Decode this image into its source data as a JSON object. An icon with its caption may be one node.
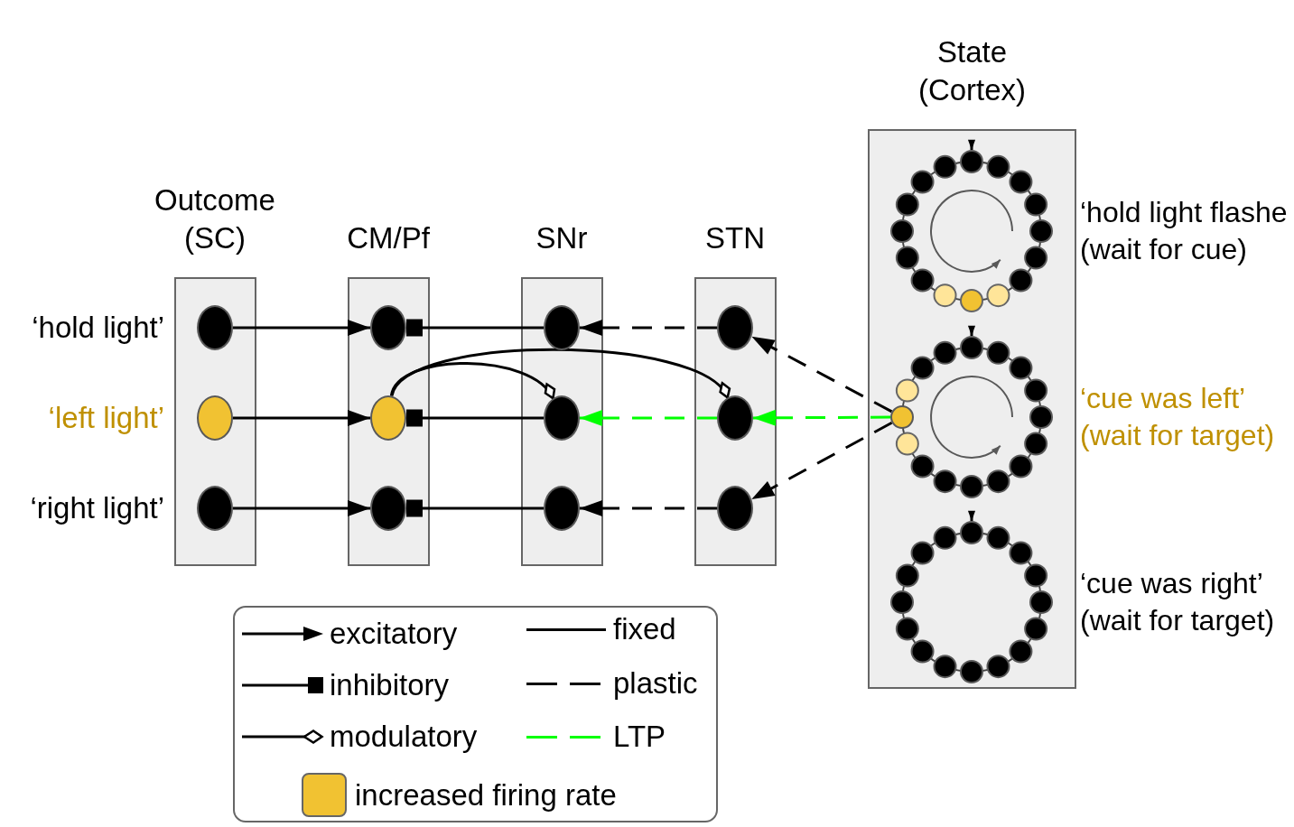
{
  "diagram": {
    "nodes": [
      {
        "text": [
          "Outcome (SC)"
        ]
      },
      {
        "text": [],
        "shape": "circle",
        "in": 0,
        "beside": [
          "‘hold light’"
        ]
      },
      {
        "text": [],
        "shape": "circle",
        "in": 0,
        "beside": [
          "‘left light’"
        ]
      },
      {
        "text": [],
        "shape": "circle",
        "in": 0,
        "beside": [
          "‘right light’"
        ]
      },
      {
        "text": [
          "CM/Pf"
        ]
      },
      {
        "text": [],
        "shape": "circle",
        "in": 4
      },
      {
        "text": [],
        "shape": "circle",
        "in": 4
      },
      {
        "text": [],
        "shape": "circle",
        "in": 4
      },
      {
        "text": [
          "SNr"
        ]
      },
      {
        "text": [],
        "shape": "circle",
        "in": 8
      },
      {
        "text": [],
        "shape": "circle",
        "in": 8
      },
      {
        "text": [],
        "shape": "circle",
        "in": 8
      },
      {
        "text": [
          "STN"
        ]
      },
      {
        "text": [],
        "shape": "circle",
        "in": 12
      },
      {
        "text": [],
        "shape": "circle",
        "in": 12
      },
      {
        "text": [],
        "shape": "circle",
        "in": 12
      },
      {
        "text": [
          "State (Cortex)"
        ]
      },
      {
        "text": [],
        "shape": "ring",
        "in": 16,
        "beside": [
          "‘hold light flashe (wait for cue)"
        ]
      },
      {
        "text": [],
        "shape": "ring",
        "in": 16,
        "beside": [
          "‘cue was left’ (wait for target)"
        ]
      },
      {
        "text": [],
        "shape": "circle",
        "in": 18
      },
      {
        "text": [],
        "shape": "ring",
        "in": 16,
        "beside": [
          "‘cue was right’ (wait for target)"
        ]
      }
    ],
    "edges": [
      {
        "from": 1,
        "to": 5,
        "arrow": "to"
      },
      {
        "from": 2,
        "to": 6,
        "arrow": "to"
      },
      {
        "from": 3,
        "to": 7,
        "arrow": "to"
      },
      {
        "from": 9,
        "to": 5,
        "arrow": "other"
      },
      {
        "from": 10,
        "to": 6,
        "arrow": "other"
      },
      {
        "from": 11,
        "to": 7,
        "arrow": "other"
      },
      {
        "from": 13,
        "to": 9,
        "arrow": "to",
        "style": "dashed"
      },
      {
        "from": 14,
        "to": 10,
        "arrow": "to",
        "style": "dashed",
        "color": "#00ff00"
      },
      {
        "from": 15,
        "to": 11,
        "arrow": "to",
        "style": "dashed"
      },
      {
        "from": 19,
        "to": 13,
        "arrow": "to",
        "style": "dashed"
      },
      {
        "from": 19,
        "to": 14,
        "arrow": "to",
        "style": "dashed",
        "color": "#00ff00"
      },
      {
        "from": 19,
        "to": 15,
        "arrow": "to",
        "style": "dashed"
      },
      {
        "from": 6,
        "to": 10,
        "arrow": "other"
      },
      {
        "from": 6,
        "to": 14,
        "arrow": "other"
      },
      {
        "from": null,
        "to": 17,
        "arrow": "to"
      },
      {
        "from": null,
        "to": 18,
        "arrow": "to"
      },
      {
        "from": null,
        "to": 20,
        "arrow": "to"
      }
    ],
    "legend": [
      {
        "text": "excitatory"
      },
      {
        "text": "inhibitory"
      },
      {
        "text": "modulatory"
      },
      {
        "text": "fixed"
      },
      {
        "text": "plastic"
      },
      {
        "text": "LTP"
      },
      {
        "text": "increased firing rate",
        "color": "#f1c232"
      }
    ]
  }
}
